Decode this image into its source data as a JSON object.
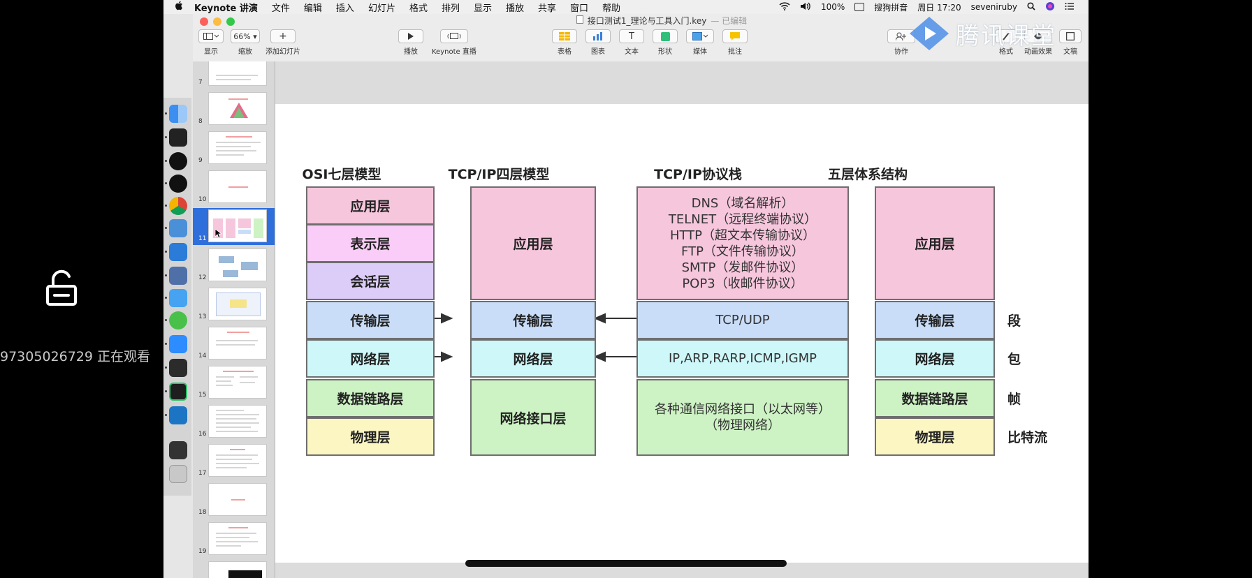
{
  "viewer_overlay": {
    "watching_text": "97305026729 正在观看",
    "brand_text": "腾讯课堂"
  },
  "menubar": {
    "app_name": "Keynote 讲演",
    "items": [
      "文件",
      "编辑",
      "插入",
      "幻灯片",
      "格式",
      "排列",
      "显示",
      "播放",
      "共享",
      "窗口",
      "帮助"
    ],
    "battery": "100%",
    "ime": "搜狗拼音",
    "clock": "周日 17:20",
    "user": "seveniruby"
  },
  "window": {
    "title": "接口测试1_理论与工具入门.key",
    "edited": "— 已编辑"
  },
  "toolbar": {
    "view_label": "显示",
    "zoom_value": "66%",
    "zoom_label": "缩放",
    "add_slide_label": "添加幻灯片",
    "play_label": "播放",
    "keynote_live_label": "Keynote 直播",
    "table_label": "表格",
    "chart_label": "图表",
    "text_label": "文本",
    "shape_label": "形状",
    "media_label": "媒体",
    "comment_label": "批注",
    "collaborate_label": "协作",
    "format_label": "格式",
    "animate_label": "动画效果",
    "document_label": "文稿"
  },
  "navigator": {
    "slides": [
      "7",
      "8",
      "9",
      "10",
      "11",
      "12",
      "13",
      "14",
      "15",
      "16",
      "17",
      "18",
      "19"
    ],
    "selected": "11"
  },
  "slide": {
    "headers": {
      "osi": "OSI七层模型",
      "tcpip4": "TCP/IP四层模型",
      "stack": "TCP/IP协议栈",
      "five": "五层体系结构"
    },
    "osi": [
      "应用层",
      "表示层",
      "会话层",
      "传输层",
      "网络层",
      "数据链路层",
      "物理层"
    ],
    "tcpip4": [
      "应用层",
      "传输层",
      "网络层",
      "网络接口层"
    ],
    "stack": {
      "application": [
        "DNS（域名解析）",
        "TELNET（远程终端协议）",
        "HTTP（超文本传输协议）",
        "FTP（文件传输协议）",
        "SMTP（发邮件协议）",
        "POP3（收邮件协议）"
      ],
      "transport": "TCP/UDP",
      "network": "IP,ARP,RARP,ICMP,IGMP",
      "interface_line1": "各种通信网络接口（以太网等）",
      "interface_line2": "（物理网络）"
    },
    "five": [
      "应用层",
      "传输层",
      "网络层",
      "数据链路层",
      "物理层"
    ],
    "units": [
      "段",
      "包",
      "帧",
      "比特流"
    ]
  }
}
